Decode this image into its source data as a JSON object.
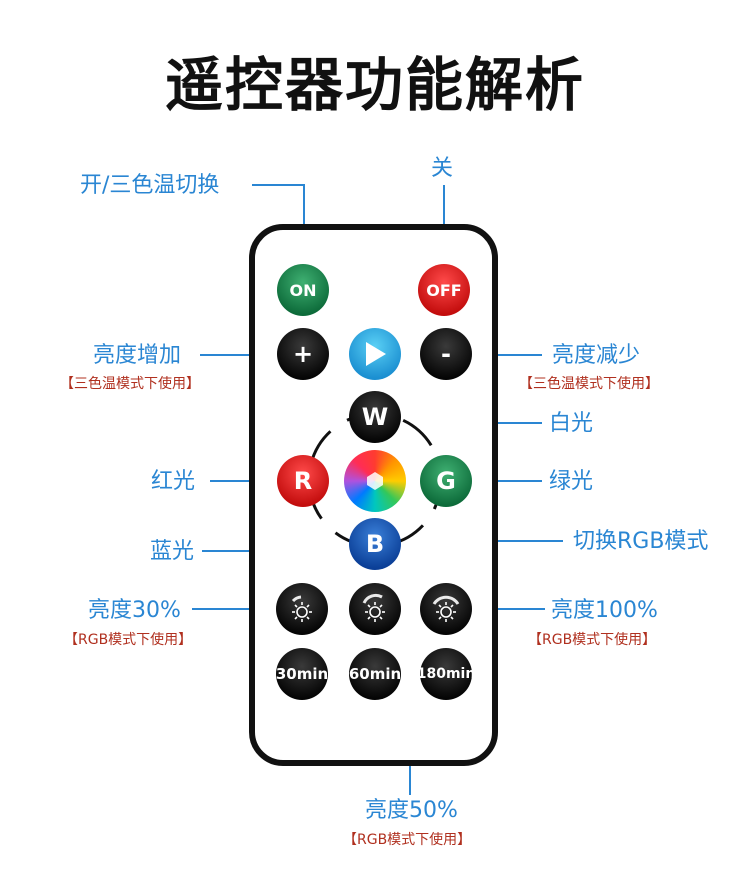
{
  "title": "遥控器功能解析",
  "labels": {
    "on_toggle": "开/三色温切换",
    "off": "关",
    "brightness_up": "亮度增加",
    "brightness_up_note": "【三色温模式下使用】",
    "brightness_down": "亮度减少",
    "brightness_down_note": "【三色温模式下使用】",
    "white": "白光",
    "red": "红光",
    "green": "绿光",
    "blue": "蓝光",
    "rgb_mode": "切换RGB模式",
    "bright30": "亮度30%",
    "bright30_note": "【RGB模式下使用】",
    "bright100": "亮度100%",
    "bright100_note": "【RGB模式下使用】",
    "bright50": "亮度50%",
    "bright50_note": "【RGB模式下使用】"
  },
  "buttons": {
    "on": "ON",
    "off": "OFF",
    "plus": "+",
    "minus": "-",
    "w": "W",
    "r": "R",
    "g": "G",
    "b": "B",
    "t30": "30min",
    "t60": "60min",
    "t180": "180min"
  },
  "colors": {
    "label_blue": "#2a86d3",
    "note_red": "#b0301f",
    "on_green": "#0d6b3a",
    "off_red": "#c30d0d",
    "b_blue": "#0b3f97"
  },
  "icons": {
    "play": "play-icon",
    "rainbow": "color-wheel-icon",
    "sun": "sun-icon"
  }
}
